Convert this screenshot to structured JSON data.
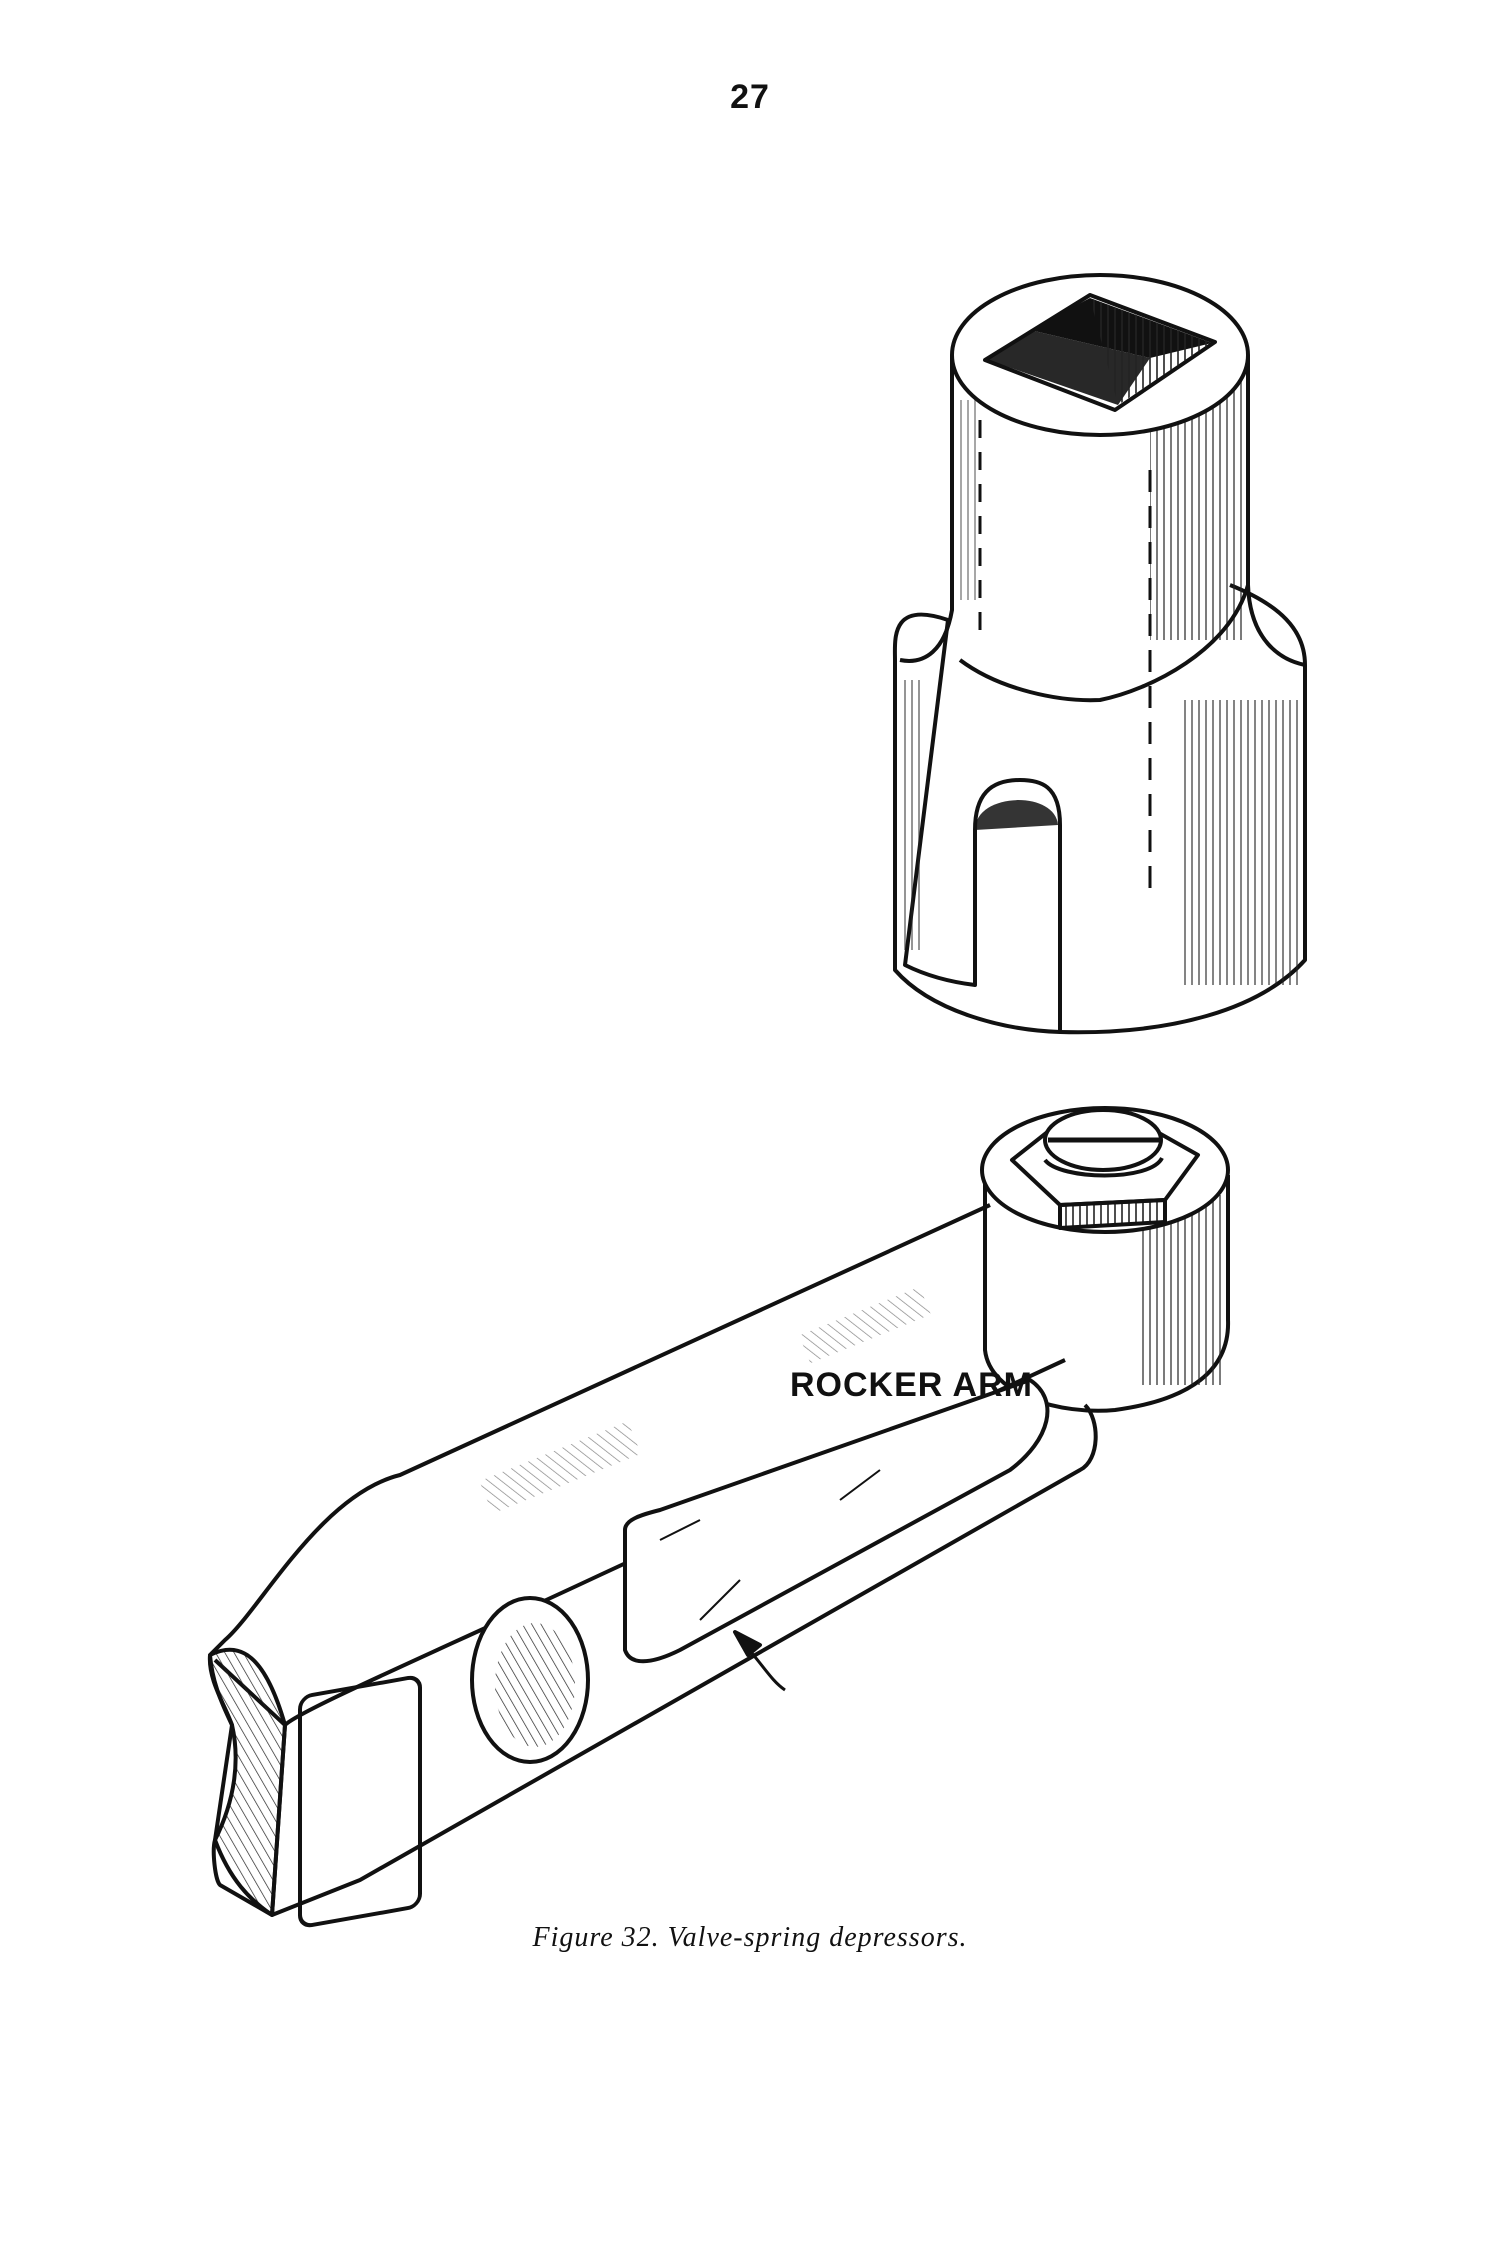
{
  "page": {
    "number": "27"
  },
  "figure": {
    "callout_label": "ROCKER ARM",
    "caption": "Figure 32.  Valve-spring depressors."
  },
  "icons": [
    "socket-depressor-illustration",
    "rocker-arm-illustration"
  ]
}
